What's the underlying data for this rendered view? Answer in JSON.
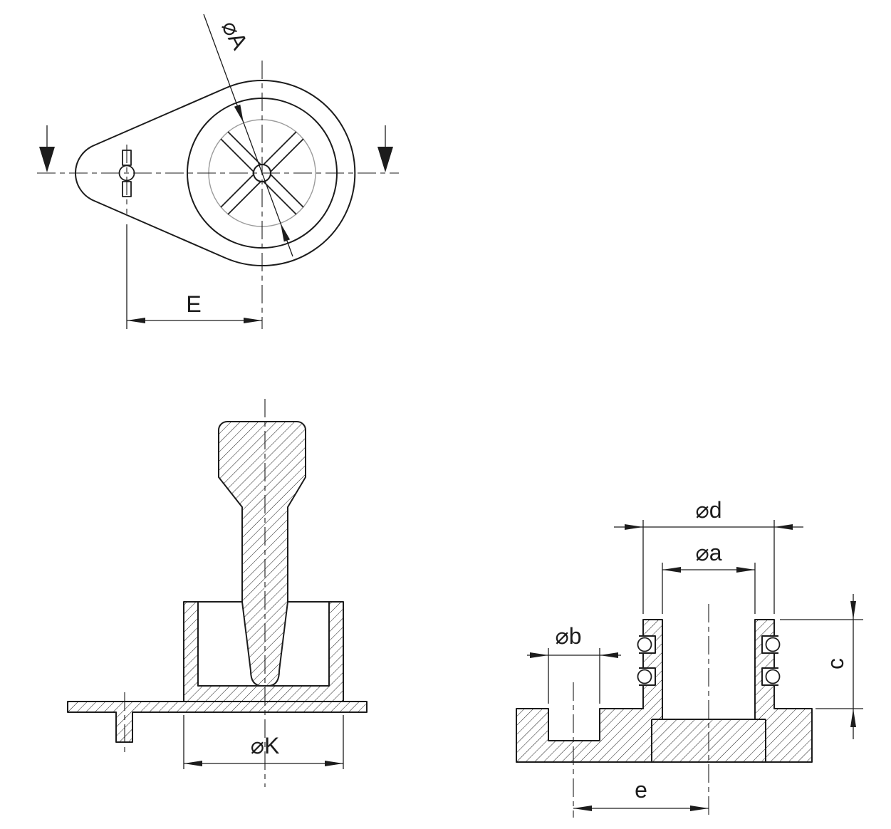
{
  "drawing": {
    "labels": {
      "dia_A": "⌀A",
      "E_dim": "E",
      "dia_K": "⌀K",
      "dia_d": "⌀d",
      "dia_a": "⌀a",
      "dia_b": "⌀b",
      "c_dim": "c",
      "e_dim": "e"
    },
    "colors": {
      "line": "#1c1c1c",
      "construction_circle": "#9b9b9b",
      "background": "#ffffff"
    }
  }
}
